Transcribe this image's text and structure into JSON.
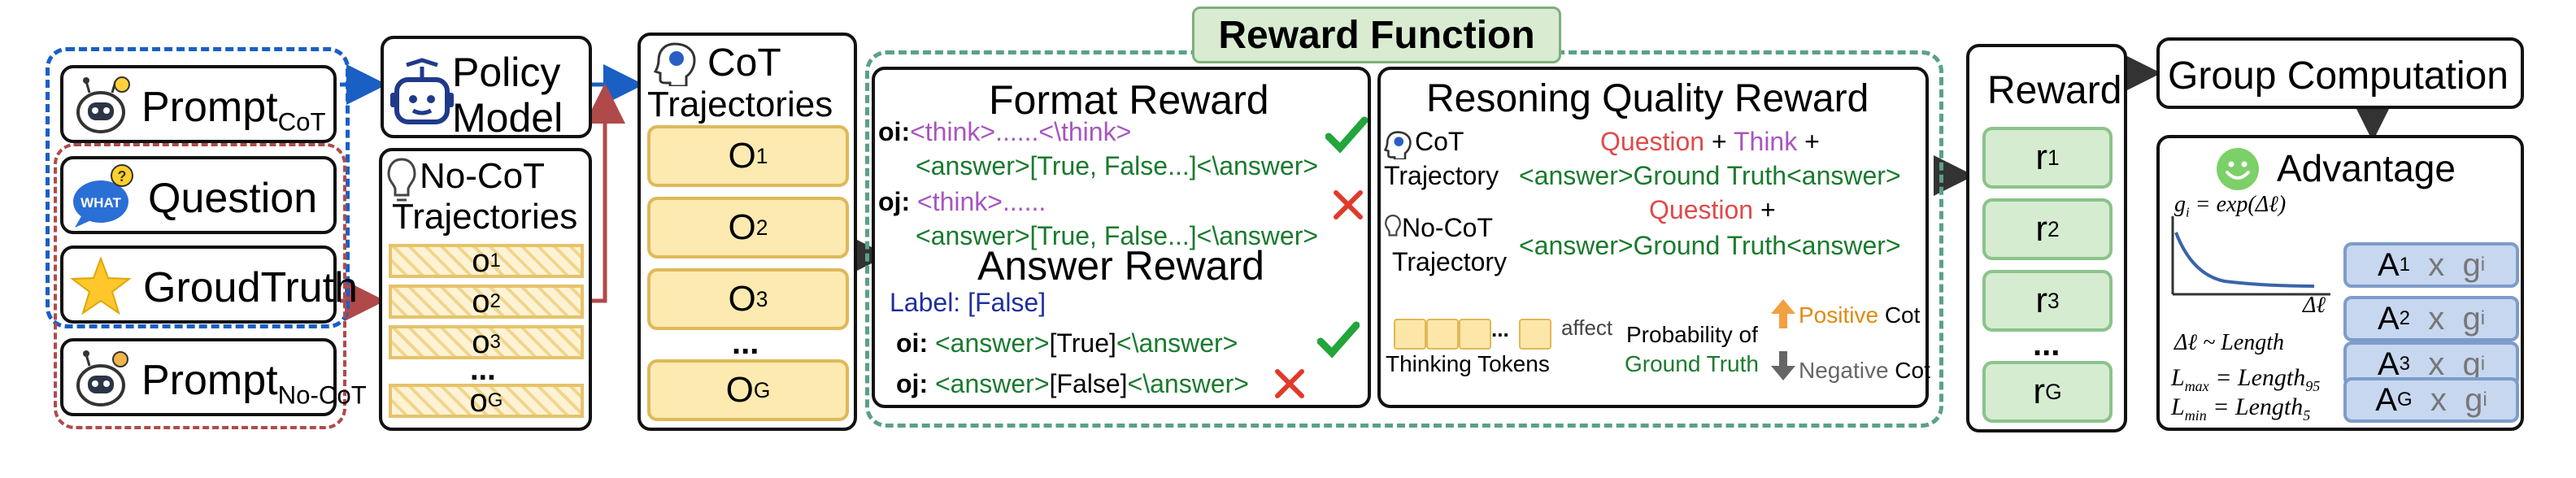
{
  "prompt_cot": {
    "label": "Prompt",
    "sub": "CoT"
  },
  "question": {
    "label": "Question",
    "icon_text": "WHAT"
  },
  "groundtruth": {
    "label": "GroudTruth"
  },
  "prompt_nocot": {
    "label": "Prompt",
    "sub": "No-CoT"
  },
  "policy": {
    "line1": "Policy",
    "line2": "Model"
  },
  "nocot_traj": {
    "line1": "No-CoT",
    "line2": "Trajectories",
    "items": [
      "o",
      "o",
      "o",
      "...",
      "o"
    ],
    "subs": [
      "1",
      "2",
      "3",
      "",
      "G"
    ]
  },
  "cot_traj": {
    "line1": "CoT",
    "line2": "Trajectories",
    "items": [
      "O",
      "O",
      "O",
      "...",
      "O"
    ],
    "subs": [
      "1",
      "2",
      "3",
      "",
      "G"
    ]
  },
  "reward_function": {
    "title": "Reward Function"
  },
  "format_reward": {
    "title": "Format Reward",
    "oi_label": "oi:",
    "oi_think": "<think>......<\\think>",
    "oi_answer": "<answer>[True, False...]<\\answer>",
    "oj_label": "oj:",
    "oj_think": "<think>......",
    "oj_answer": "<answer>[True, False...]<\\answer>"
  },
  "answer_reward": {
    "title": "Answer Reward",
    "label_prefix": "Label:",
    "label_value": "[False]",
    "oi_label": "oi:",
    "oi_ans_open": "<answer>",
    "oi_value": "[True]",
    "oi_ans_close": "<\\answer>",
    "oj_label": "oj:",
    "oj_ans_open": "<answer>",
    "oj_value": "[False]",
    "oj_ans_close": "<\\answer>"
  },
  "quality_reward": {
    "title": "Resoning Quality Reward",
    "cot_line1": "CoT",
    "cot_line2": "Trajectory",
    "q1": "Question",
    "plus1": "+",
    "think": "Think",
    "plus2": "+",
    "gt1": "<answer>Ground Truth<answer>",
    "nocot_line1": "No-CoT",
    "nocot_line2": "Trajectory",
    "q2": "Question",
    "plus3": "+",
    "gt2": "<answer>Ground Truth<answer>",
    "tokens_dots": "...",
    "tokens_label": "Thinking Tokens",
    "affect": "affect",
    "prob_line1": "Probability of",
    "prob_line2": "Ground Truth",
    "positive": "Positive",
    "positive_cot": "Cot",
    "negative": "Negative",
    "negative_cot": "Cot"
  },
  "reward": {
    "title": "Reward",
    "items": [
      "r",
      "r",
      "r",
      "...",
      "r"
    ],
    "subs": [
      "1",
      "2",
      "3",
      "",
      "G"
    ]
  },
  "group": {
    "title": "Group Computation"
  },
  "advantage": {
    "title": "Advantage",
    "formula": "g",
    "formula_sub": "i",
    "formula_rest": " = exp(Δℓ)",
    "axis_label": "Δℓ",
    "dl_def": "Δℓ ~ Length",
    "lmax": "L",
    "lmax_sub": "max",
    "lmax_rest": " = Length",
    "lmax_sub2": "95",
    "lmin": "L",
    "lmin_sub": "min",
    "lmin_rest": " = Length",
    "lmin_sub2": "5",
    "items": [
      {
        "a": "A",
        "a_sub": "1",
        "x": "x",
        "g": "g",
        "g_sub": "i"
      },
      {
        "a": "A",
        "a_sub": "2",
        "x": "x",
        "g": "g",
        "g_sub": "i"
      },
      {
        "a": "A",
        "a_sub": "3",
        "x": "x",
        "g": "g",
        "g_sub": "i"
      },
      {
        "a": "A",
        "a_sub": "G",
        "x": "x",
        "g": "g",
        "g_sub": "i"
      }
    ],
    "dots": "..."
  },
  "colors": {
    "blue_dash": "#1a5fc4",
    "red_dash": "#b04a4a",
    "teal_dash": "#5aa08a",
    "green_check": "#22a53a",
    "red_x": "#e03a2a",
    "header_green": "#d9ecd2"
  }
}
